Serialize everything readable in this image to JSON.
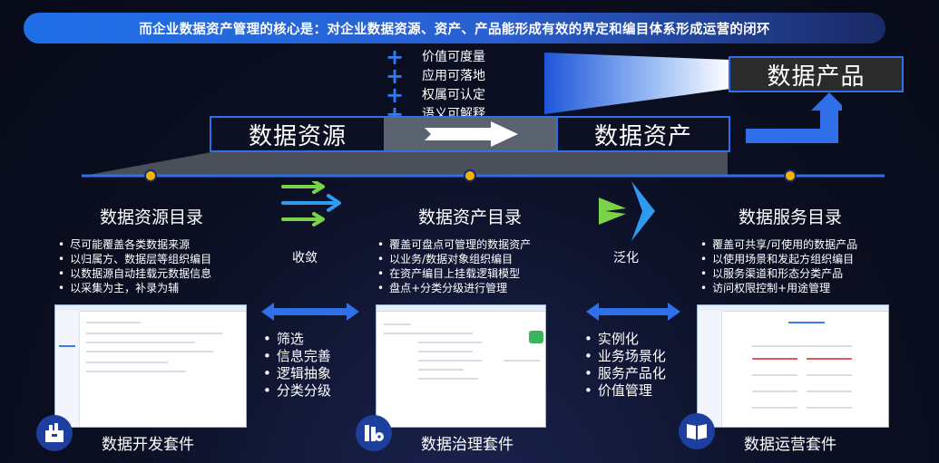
{
  "banner": "而企业数据资产管理的核心是：对企业数据资源、资产、产品能形成有效的界定和编目体系形成运营的闭环",
  "value_criteria": [
    "价值可度量",
    "应用可落地",
    "权属可认定",
    "语义可解释"
  ],
  "product_box": "数据产品",
  "resource_box": "数据资源",
  "asset_box": "数据资产",
  "stages": [
    {
      "title": "数据资源目录",
      "bullets": [
        "尽可能覆盖各类数据来源",
        "以归属方、数据层等组织编目",
        "以数据源自动挂载元数据信息",
        "以采集为主，补录为辅"
      ]
    },
    {
      "title": "数据资产目录",
      "bullets": [
        "覆盖可盘点可管理的数据资产",
        "以业务/数据对象组织编目",
        "在资产编目上挂载逻辑模型",
        "盘点+分类分级进行管理"
      ]
    },
    {
      "title": "数据服务目录",
      "bullets": [
        "覆盖可共享/可使用的数据产品",
        "以使用场景和发起方组织编目",
        "以服务渠道和形态分类产品",
        "访问权限控制+用途管理"
      ]
    }
  ],
  "transitions": {
    "converge": "收敛",
    "generalize": "泛化"
  },
  "mid_lists": {
    "left": [
      "筛选",
      "信息完善",
      "逻辑抽象",
      "分类分级"
    ],
    "right": [
      "实例化",
      "业务场景化",
      "服务产品化",
      "价值管理"
    ]
  },
  "suites": [
    "数据开发套件",
    "数据治理套件",
    "数据运营套件"
  ],
  "colors": {
    "accent": "#2f7df6",
    "dot": "#f4b400",
    "arrow_green": "#7bd34a",
    "arrow_blue": "#2f9bf0"
  }
}
